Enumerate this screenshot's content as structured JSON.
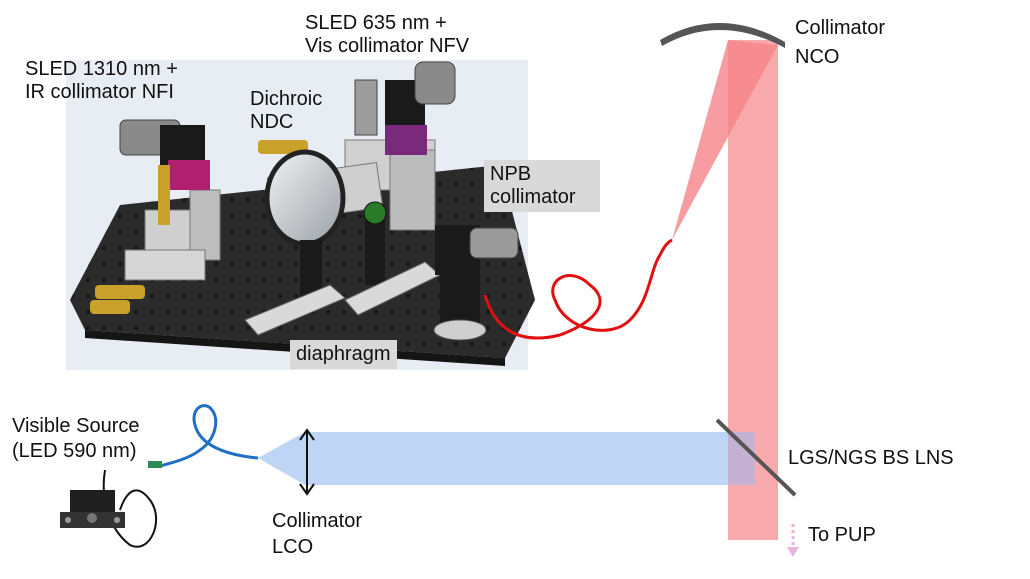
{
  "labels": {
    "sled1310_line1": "SLED 1310 nm +",
    "sled1310_line2": "IR collimator NFI",
    "sled635_line1": "SLED 635 nm +",
    "sled635_line2": "Vis collimator NFV",
    "dichroic_line1": "Dichroic",
    "dichroic_line2": "NDC",
    "npb_line1": "NPB",
    "npb_line2": "collimator",
    "diaphragm": "diaphragm",
    "collimator_nco_line1": "Collimator",
    "collimator_nco_line2": "NCO",
    "lgs_bs": "LGS/NGS BS LNS",
    "to_pup": "To PUP",
    "visible_source_line1": "Visible Source",
    "visible_source_line2": "(LED 590 nm)",
    "collimator_lco_line1": "Collimator",
    "collimator_lco_line2": "LCO"
  },
  "colors": {
    "red_beam": "#f7a0a3",
    "red_beam_dark": "#f58489",
    "blue_beam": "#bcd3f5",
    "fiber_red": "#e01010",
    "fiber_blue": "#1f6fc4",
    "mirror": "#555555",
    "label_box": "#d9d9d9",
    "table": "#2b2b2b",
    "background_panel": "#e8ecf3",
    "pup_arrow": "#e6b4e0"
  }
}
